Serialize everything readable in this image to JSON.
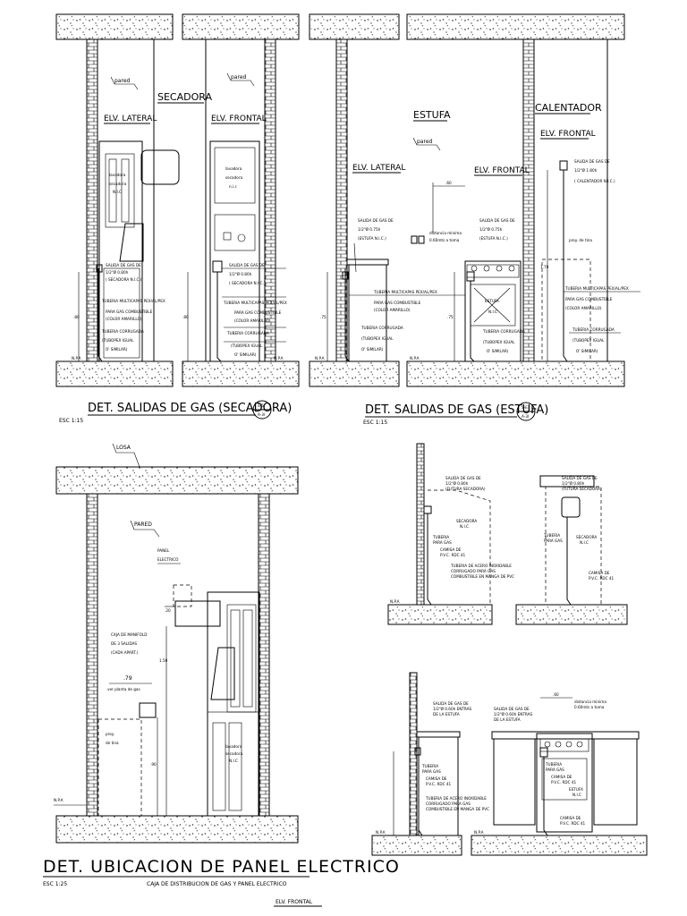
{
  "sheet": {
    "secadora": {
      "heading": "SECADORA",
      "lateral": "ELV. LATERAL",
      "frontal": "ELV. FRONTAL",
      "pared_lateral": "pared",
      "pared_frontal": "pared",
      "lavadora_1": "lavadora",
      "secadora_1": "secadora",
      "nic_1": "N.I.C",
      "lavadora_2": "lavadora",
      "secadora_2": "secadora",
      "nic_2": "n.i.c",
      "salida_l1": "SALIDA DE GAS DE",
      "salida_l2": "1/2\"Ø 0.80h",
      "salida_l3": "( SECADORA N.I.C.)",
      "salida_r1": "SALIDA DE GAS DE",
      "salida_r2": "1/2\"Ø 0.80h",
      "salida_r3": "( SECADORA N.I.C.)",
      "tuberia_l1": "TUBERIA MULTICAPAS PEX/AL/PEX",
      "tuberia_l2": "PARA GAS COMBUSTIBLE",
      "tuberia_l3": "(COLOR AMARILLO)",
      "tuberia_r1": "TUBERIA MULTICAPAS PEX/AL/PEX",
      "tuberia_r2": "PARA GAS COMBUSTIBLE",
      "tuberia_r3": "(COLOR AMARILLO)",
      "corr_l1": "TUBERIA CORRUGADA",
      "corr_l2": "(TUBOPEX IGUAL",
      "corr_l3": "O' SIMILAR)",
      "corr_r1": "TUBERIA CORRUGADA",
      "corr_r2": "(TUBOPEX IGUAL",
      "corr_r3": "O' SIMILAR)",
      "dim_l": ".80",
      "dim_r": ".80",
      "npa_l": "N.P.A",
      "npa_r": "N.P.A",
      "title": "DET. SALIDAS DE GAS (SECADORA)",
      "scale": "ESC 1:15",
      "callout_top": "S-5",
      "callout_bottom": "A-3I"
    },
    "estufa": {
      "heading": "ESTUFA",
      "lateral": "ELV. LATERAL",
      "frontal": "ELV. FRONTAL",
      "pared": "pared",
      "salida_l1": "SALIDA DE GAS DE",
      "salida_l2": "1/2\"Ø 0.75h",
      "salida_l3": "(ESTUFA N.I.C.)",
      "salida_r1": "SALIDA DE GAS DE",
      "salida_r2": "1/2\"Ø 0.75h",
      "salida_r3": "(ESTUFA N.I.C.)",
      "distancia_1": "distancia minima",
      "distancia_2": "0.60mts a toma",
      "dim_top": ".60",
      "tuberia_1": "TUBERIA MULTICAPAS PEX/AL/PEX",
      "tuberia_2": "PARA GAS COMBUSTIBLE",
      "tuberia_3": "(COLOR AMARILLO)",
      "corr_l1": "TUBERIA CORRUGADA",
      "corr_l2": "(TUBOPEX IGUAL",
      "corr_l3": "O' SIMILAR)",
      "corr_r1": "TUBERIA CORRUGADA",
      "corr_r2": "(TUBOPEX IGUAL",
      "corr_r3": "O' SIMILAR)",
      "estufa_1": "ESTUFA",
      "estufa_2": "N.I.C",
      "dim_l": ".75",
      "dim_r": ".75",
      "npa_l": "N.P.A",
      "npa_r": "N.P.A",
      "title": "DET. SALIDAS DE GAS (ESTUFA)",
      "scale": "ESC 1:15",
      "callout_top": "S-E",
      "callout_bottom": "A-3I"
    },
    "calentador": {
      "heading": "CALENTADOR",
      "frontal": "ELV. FRONTAL",
      "salida_1": "SALIDA DE GAS DE",
      "salida_2": "1/2\"Ø 1.80h",
      "salida_3": "( CALENTADOR N.I.C.)",
      "proy": "proy. de tina",
      "tuberia_1": "TUBERIA MULTICAPAS PEX/AL/PEX",
      "tuberia_2": "PARA GAS COMBUSTIBLE",
      "tuberia_3": "(COLOR AMARILLO)",
      "corr_1": "TUBERIA CORRUGADA",
      "corr_2": "(TUBOPEX IGUAL",
      "corr_3": "O' SIMILAR)",
      "dim": "1.70"
    },
    "panel": {
      "losa": "LOSA",
      "pared": "PARED",
      "panel_1": "PANEL",
      "panel_2": "ELECTRICO",
      "dim_20": ".20",
      "caja_1": "CAJA DE MANIFOLD",
      "caja_2": "DE 3 SALIDAS",
      "caja_3": "(CADA APART.)",
      "dim_79": ".79",
      "planta": "ver planta de gas",
      "proy_1": "proy.",
      "proy_2": "de tina",
      "lav_1": "lavadora",
      "lav_2": "secadora",
      "lav_3": "N.I.C",
      "dim_150": "1.50",
      "dim_90": ".90",
      "npa": "N.P.A",
      "title": "DET. UBICACION DE PANEL ELECTRICO",
      "scale": "ESC 1:25",
      "subtitle": "CAJA DE DISTRIBUCION DE GAS Y PANEL ELECTRICO",
      "elv": "ELV. FRONTAL"
    },
    "small_a": {
      "salida_l1": "SALIDA DE GAS DE",
      "salida_l2": "1/2\"Ø 0.80h",
      "salida_l3": "(FUTURA SECADORA)",
      "secadora_1": "SECADORA",
      "secadora_2": "N.I.C",
      "tuberia_1": "TUBERIA",
      "tuberia_2": "PARA GAS",
      "camisa_1": "CAMISA DE",
      "camisa_2": "P.V.C. RDC 41",
      "acero_1": "TUBERIA DE ACERO INOXIDABLE",
      "acero_2": "CORRUGADO PARA GAS",
      "acero_3": "COMBUSTIBLE EN MANGA DE PVC",
      "npa": "N.P.A",
      "salida_r1": "SALIDA DE GAS DE",
      "salida_r2": "1/2\"Ø 0.80h",
      "salida_r3": "(FUTURA SECADORA)",
      "tuberia_r1": "TUBERIA",
      "tuberia_r2": "PARA GAS",
      "secadora_r1": "SECADORA",
      "secadora_r2": "N.I.C",
      "camisa_r1": "CAMISA DE",
      "camisa_r2": "P.V.C. RDC 41"
    },
    "small_b": {
      "salida_l1": "SALIDA DE GAS DE",
      "salida_l2": "1/2\"Ø 0.60h ENTRAS",
      "salida_l3": "DE LA ESTUFA",
      "tuberia_1": "TUBERIA",
      "tuberia_2": "PARA GAS",
      "camisa_1": "CAMISA DE",
      "camisa_2": "P.V.C. RDC 41",
      "acero_1": "TUBERIA DE ACERO INOXIDABLE",
      "acero_2": "CORRUGADO PARA GAS",
      "acero_3": "COMBUSTIBLE EN MANGA DE PVC",
      "npa_l": "N.P.A",
      "dim_top": ".60",
      "dist_1": "distancia minima",
      "dist_2": "0.60mts a toma",
      "salida_r1": "SALIDA DE GAS DE",
      "salida_r2": "1/2\"Ø 0.60h ENTRAS",
      "salida_r3": "DE LA ESTUFA",
      "tuberia_r1": "TUBERIA",
      "tuberia_r2": "PARA GAS",
      "camisa_r1": "CAMISA DE",
      "camisa_r2": "P.V.C. RDC 41",
      "estufa_1": "ESTUFA",
      "estufa_2": "N.I.C",
      "camisa_b1": "CAMISA DE",
      "camisa_b2": "P.V.C. RDC 41",
      "npa_r": "N.P.A"
    }
  }
}
